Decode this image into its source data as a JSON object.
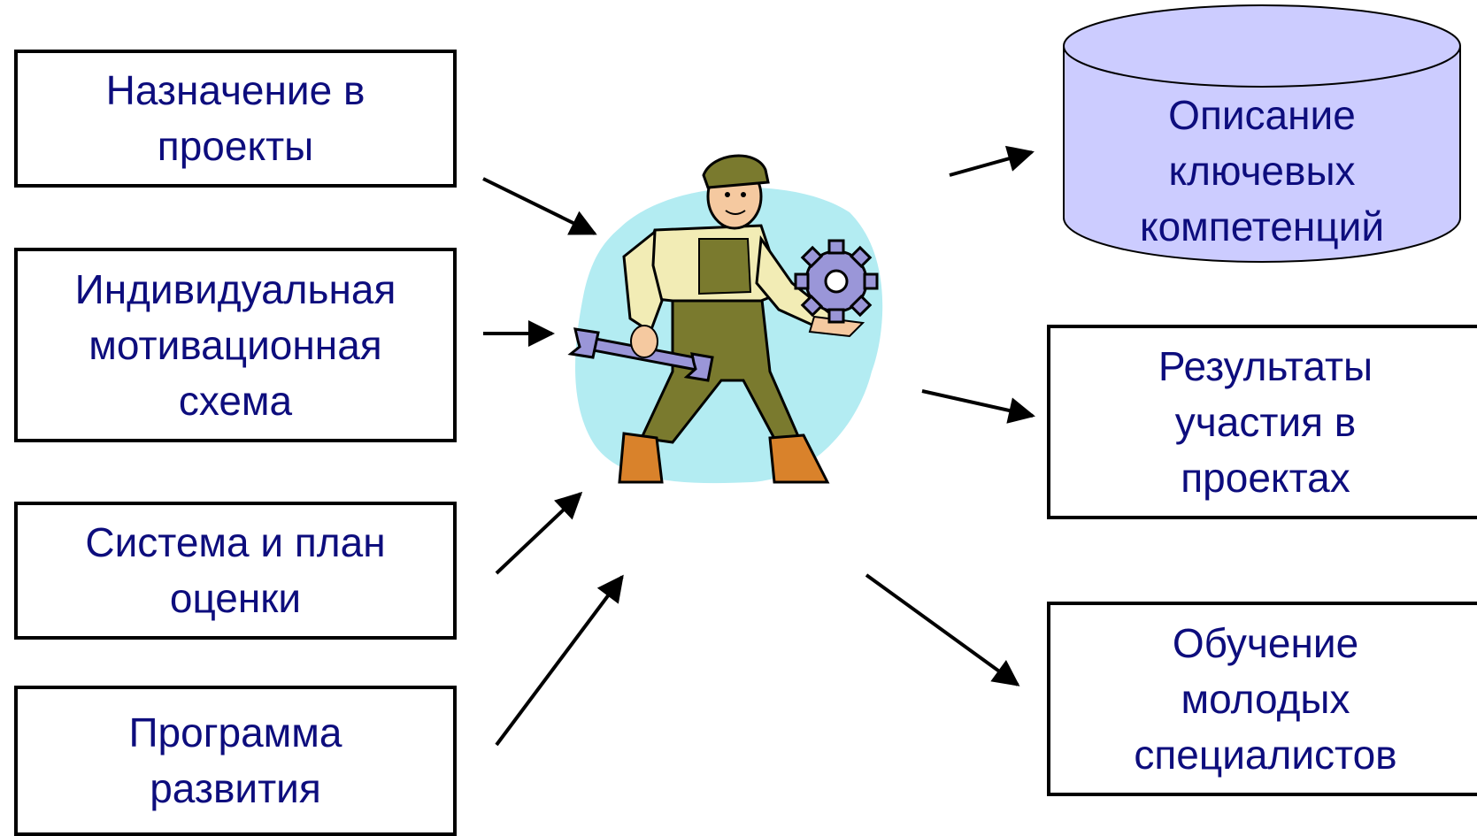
{
  "inputs": [
    {
      "lines": [
        "Назначение в",
        "проекты"
      ]
    },
    {
      "lines": [
        "Индивидуальная",
        "мотивационная",
        "схема"
      ]
    },
    {
      "lines": [
        "Система и план",
        "оценки"
      ]
    },
    {
      "lines": [
        "Программа",
        "развития"
      ]
    }
  ],
  "outputs": {
    "database": {
      "lines": [
        "Описание",
        "ключевых",
        "компетенций"
      ]
    },
    "results": {
      "lines": [
        "Результаты",
        "участия в",
        "проектах"
      ]
    },
    "training": {
      "lines": [
        "Обучение",
        "молодых",
        "специалистов"
      ]
    }
  },
  "colors": {
    "text": "#0d0d7d",
    "cylinder_fill": "#ccccff",
    "backdrop": "#b3ecf2",
    "overalls": "#7a7a2e",
    "shirt": "#f2ecb5",
    "gear": "#9a96d8"
  },
  "icons": {
    "center": "mechanic-with-wrench-and-gear-icon"
  }
}
